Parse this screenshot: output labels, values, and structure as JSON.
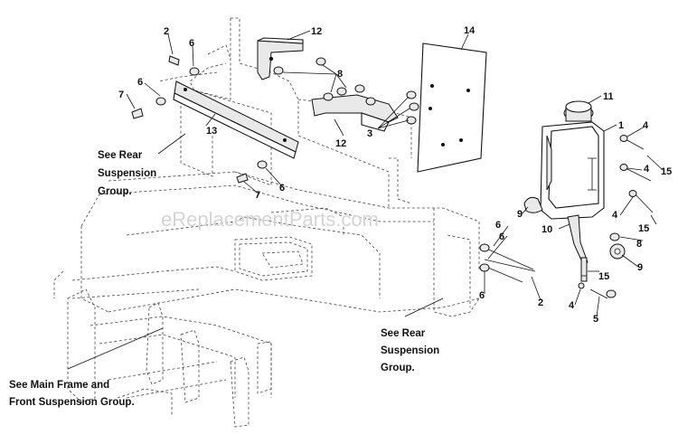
{
  "watermark": "eReplacementParts.com",
  "notes": {
    "rear_left": [
      "See Rear",
      "Suspension",
      "Group."
    ],
    "rear_right": [
      "See Rear",
      "Suspension",
      "Group."
    ],
    "front": [
      "See Main Frame and",
      "Front Suspension Group."
    ]
  },
  "callouts": {
    "c2a": "2",
    "c6a": "6",
    "c12a": "12",
    "c8a": "8",
    "c7a": "7",
    "c6b": "6",
    "c13": "13",
    "c12b": "12",
    "c3": "3",
    "c14": "14",
    "c11": "11",
    "c1": "1",
    "c4a": "4",
    "c15a": "15",
    "c4b": "4",
    "c15b": "15",
    "c4c": "4",
    "c15c": "15",
    "c9a": "9",
    "c10": "10",
    "c8b": "8",
    "c9b": "9",
    "c15d": "15",
    "c4d": "4",
    "c5": "5",
    "c6c": "6",
    "c6d": "6",
    "c2b": "2",
    "c7b": "7",
    "c6e": "6"
  }
}
